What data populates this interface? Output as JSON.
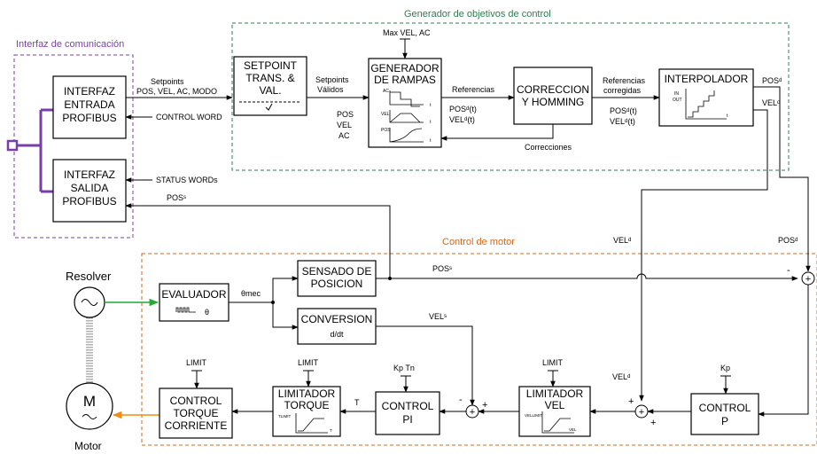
{
  "regions": {
    "comm": "Interfaz de comunicación",
    "gen": "Generador de objetivos de control",
    "motor": "Control de motor"
  },
  "blocks": {
    "in_profibus": [
      "INTERFAZ",
      "ENTRADA",
      "PROFIBUS"
    ],
    "out_profibus": [
      "INTERFAZ",
      "SALIDA",
      "PROFIBUS"
    ],
    "setpoint": [
      "SETPOINT",
      "TRANS. &",
      "VAL."
    ],
    "ramp": [
      "GENERADOR",
      "DE RAMPAS"
    ],
    "homing": [
      "CORRECCION",
      "Y HOMMING"
    ],
    "interp": "INTERPOLADOR",
    "evaluador": "EVALUADOR",
    "sensado": [
      "SENSADO DE",
      "POSICION"
    ],
    "conversion": "CONVERSION",
    "conversion_sub": "d/dt",
    "ctrl_p": [
      "CONTROL",
      "P"
    ],
    "lim_vel": [
      "LIMITADOR",
      "VEL"
    ],
    "ctrl_pi": [
      "CONTROL",
      "PI"
    ],
    "lim_torque": [
      "LIMITADOR",
      "TORQUE"
    ],
    "ctrl_torque": [
      "CONTROL",
      "TORQUE",
      "CORRIENTE"
    ]
  },
  "labels": {
    "setpoints": "Setpoints",
    "setpoints_list": "POS, VEL, AC, MODO",
    "control_word": "CONTROL WORD",
    "status_words": "STATUS WORDs",
    "pos_s": "POSˢ",
    "max_vel_ac": "Max VEL, AC",
    "setpoints_validos": [
      "Setpoints",
      "Válidos"
    ],
    "pos_vel_ac": [
      "POS",
      "VEL",
      "AC"
    ],
    "referencias": "Referencias",
    "pos_d_t": "POSᵈ(t)",
    "vel_d_t": "VELᵈ(t)",
    "correcciones": "Correcciones",
    "ref_corregidas": [
      "Referencias",
      "corregidas"
    ],
    "pos_d": "POSᵈ",
    "vel_d": "VELᵈ",
    "vel_s": "VELˢ",
    "theta_mec": "θmec",
    "theta": "θ",
    "resolver": "Resolver",
    "motor": "Motor",
    "motor_letter": "M",
    "limit": "LIMIT",
    "kp": "Kp",
    "kp_tn": "Kp Tn",
    "T": "T",
    "minus": "-",
    "plus": "+",
    "ramp_ac": "AC",
    "ramp_vel": "VEL",
    "ramp_pos": "POS",
    "ramp_t": "t",
    "interp_in": "IN",
    "interp_out": "OUT",
    "tlimit": "TLIMIT",
    "sat_vel": "VEL",
    "sat_vel_limit": "VELLIMIT"
  },
  "colors": {
    "comm_border": "#7a3fa6",
    "gen_border": "#2e7d52",
    "motor_border": "#d2691e",
    "green_arrow": "#22aa33",
    "orange_arrow": "#f28c14"
  }
}
